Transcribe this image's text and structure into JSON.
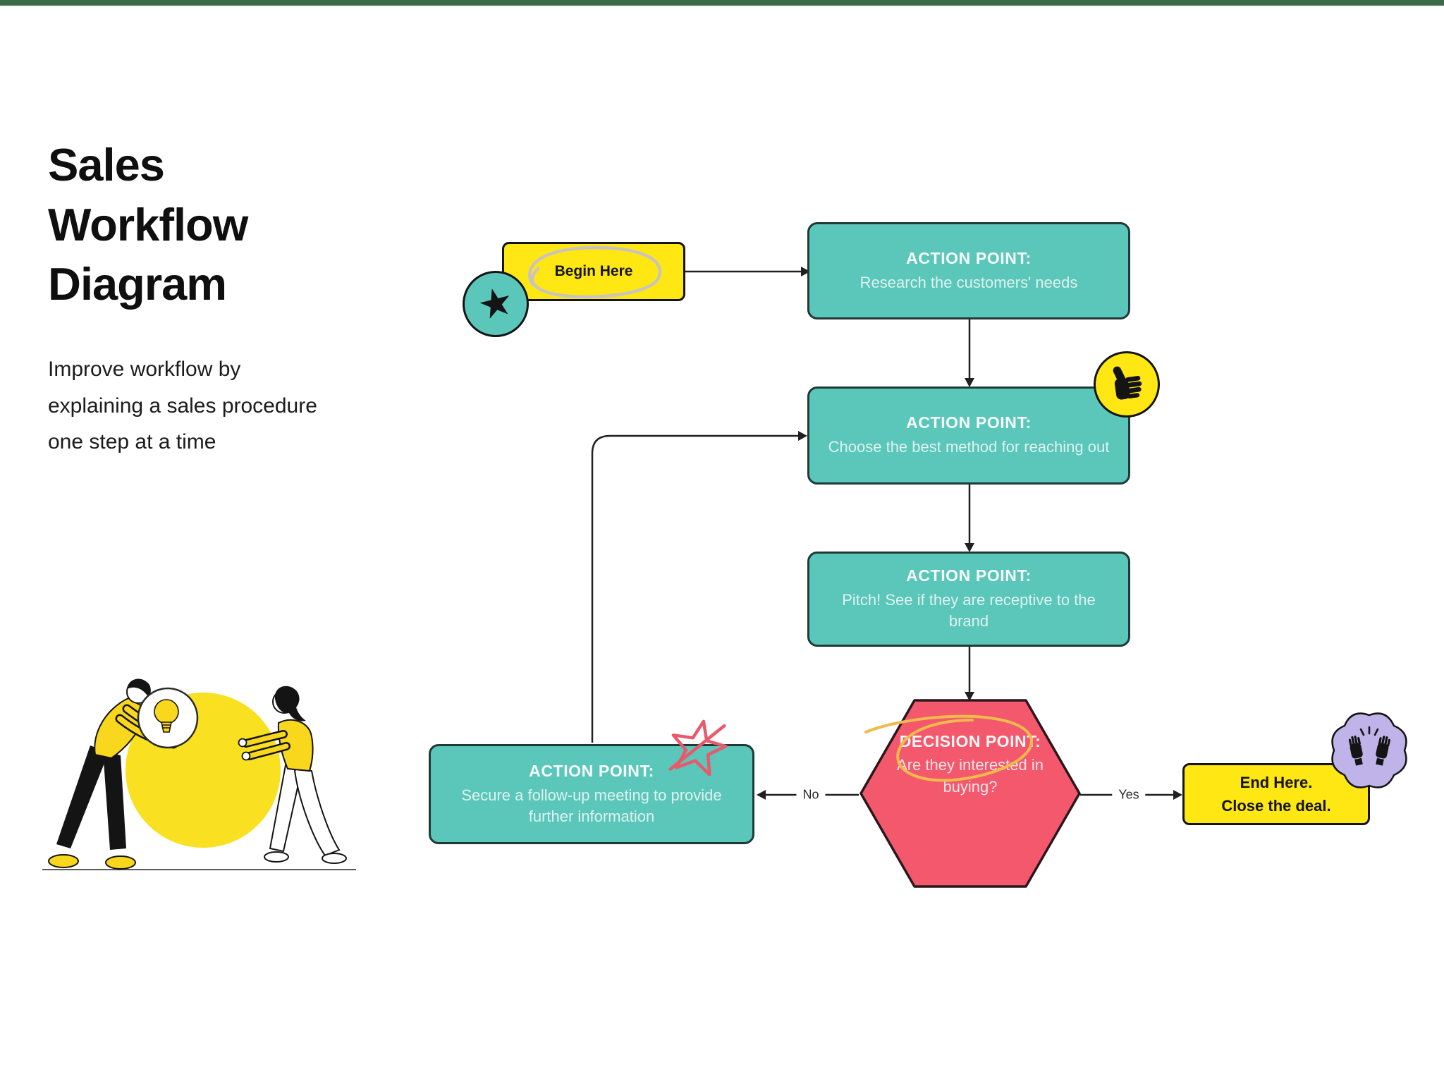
{
  "slide": {
    "title": "Sales Workflow Diagram",
    "subtitle": "Improve workflow by explaining a sales procedure one step at a time"
  },
  "flowchart": {
    "start": {
      "label": "Begin Here"
    },
    "action_research": {
      "title": "ACTION POINT:",
      "text": "Research the customers' needs"
    },
    "action_method": {
      "title": "ACTION POINT:",
      "text": "Choose the best method for reaching out"
    },
    "action_pitch": {
      "title": "ACTION POINT:",
      "text": "Pitch! See if they are receptive to the brand"
    },
    "action_followup": {
      "title": "ACTION POINT:",
      "text": "Secure a follow-up meeting to provide further information"
    },
    "decision": {
      "title": "DECISION POINT:",
      "text": "Are they interested in buying?"
    },
    "end": {
      "label": "End Here.\nClose the deal."
    },
    "labels": {
      "yes": "Yes",
      "no": "No"
    }
  },
  "icons": {
    "start": "star-icon",
    "approval": "thumbs-up-icon",
    "celebration": "raised-hands-icon",
    "idea": "lightbulb-icon"
  },
  "colors": {
    "teal": "#5BC6BA",
    "pink": "#F4586C",
    "yellow": "#FFE713",
    "purple": "#BFB3EA",
    "top_bar_green": "#3C6B49",
    "connector_line": "#202020"
  }
}
